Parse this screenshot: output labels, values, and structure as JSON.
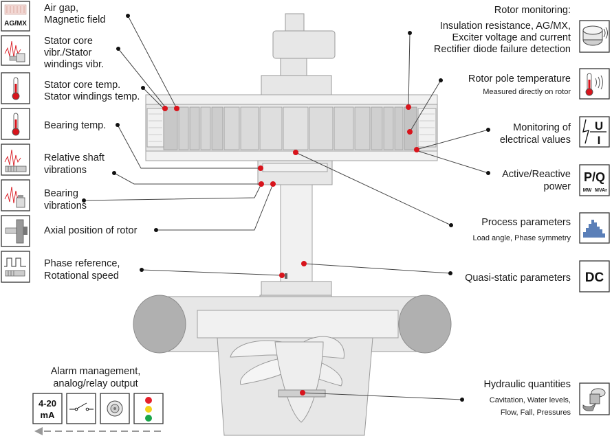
{
  "labels": {
    "air_gap_1": "Air gap,",
    "air_gap_2": "Magnetic field",
    "stator_vibr_1": "Stator core",
    "stator_vibr_2": "vibr./Stator",
    "stator_vibr_3": "windings vibr.",
    "stator_temp_1": "Stator core temp.",
    "stator_temp_2": "Stator windings temp.",
    "bearing_temp": "Bearing temp.",
    "shaft_vibr_1": "Relative shaft",
    "shaft_vibr_2": "vibrations",
    "bearing_vibr_1": "Bearing",
    "bearing_vibr_2": "vibrations",
    "axial_position": "Axial position of rotor",
    "phase_ref_1": "Phase reference,",
    "phase_ref_2": "Rotational speed",
    "alarm_1": "Alarm management,",
    "alarm_2": "analog/relay output",
    "rotor_monitoring": "Rotor monitoring:",
    "rotor_mon_1": "Insulation resistance,  AG/MX,",
    "rotor_mon_2": "Exciter voltage and current",
    "rotor_mon_3": "Rectifier diode failure detection",
    "pole_temp": "Rotor pole temperature",
    "pole_temp_sub": "Measured directly on rotor",
    "electrical_1": "Monitoring of",
    "electrical_2": "electrical values",
    "power_1": "Active/Reactive",
    "power_2": "power",
    "process": "Process parameters",
    "process_sub": "Load angle, Phase symmetry",
    "quasi_static": "Quasi-static parameters",
    "hydraulic": "Hydraulic quantities",
    "hydraulic_sub_1": "Cavitation, Water levels,",
    "hydraulic_sub_2": "Flow, Fall, Pressures"
  },
  "icon_text": {
    "agmx": "AG/MX",
    "ma_1": "4-20",
    "ma_2": "mA",
    "ui_u": "U",
    "ui_i": "I",
    "pq": "P/Q",
    "mw": "MW",
    "mvar": "MVAr",
    "dc": "DC"
  },
  "colors": {
    "sensor_dot": "#d8141c",
    "leader_dot": "#111111",
    "machine_fill": "#e7e7e7",
    "traffic_red": "#e5202a",
    "traffic_yellow": "#f3d21a",
    "traffic_green": "#1aa64a"
  },
  "icons": [
    "airgap-icon",
    "vibration-sensor-icon",
    "thermometer-icon",
    "thermometer-icon",
    "vibration-sensor-icon",
    "vibration-sensor-icon",
    "axial-sensor-icon",
    "square-wave-sensor-icon",
    "rotor-monitor-icon",
    "pole-thermometer-icon",
    "ui-icon",
    "pq-icon",
    "histogram-icon",
    "dc-icon",
    "hydraulic-sensor-icon",
    "ma-output-icon",
    "relay-switch-icon",
    "speaker-icon",
    "traffic-light-icon"
  ]
}
